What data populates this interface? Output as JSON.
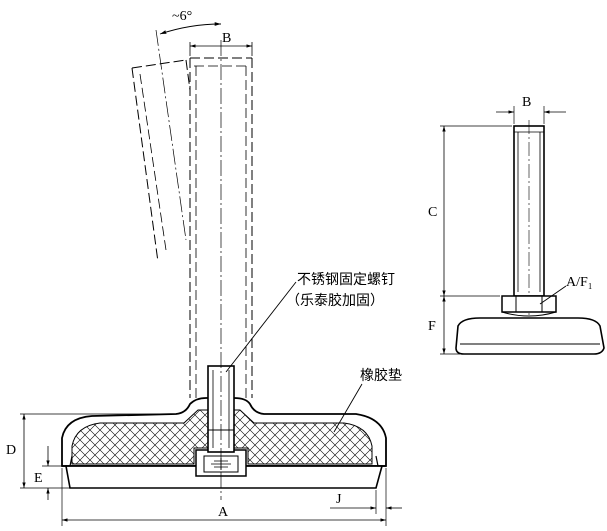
{
  "labels": {
    "angle": "~6°",
    "b_top": "B",
    "b_right": "B",
    "c": "C",
    "f": "F",
    "af1": "A/F₁",
    "d": "D",
    "e": "E",
    "a": "A",
    "j": "J",
    "screw_line1": "不锈钢固定螺钉",
    "screw_line2": "（乐泰胶加固）",
    "rubber_pad": "橡胶垫"
  }
}
